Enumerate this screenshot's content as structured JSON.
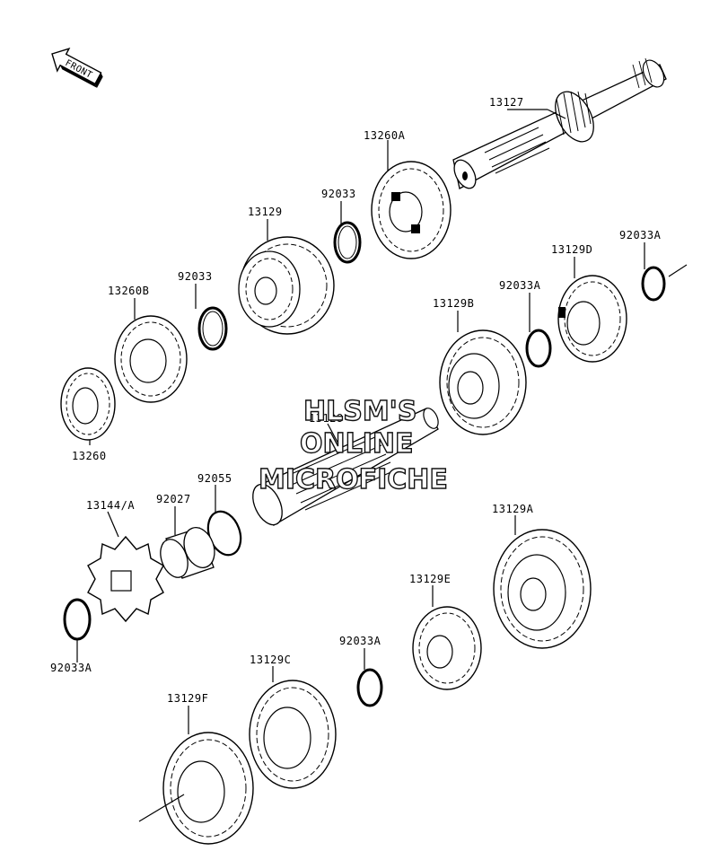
{
  "front_arrow": {
    "text": "FRONT"
  },
  "watermark": {
    "line1": "HLSM'S",
    "line2": "ONLINE",
    "line3": "MICROFICHE"
  },
  "labels": {
    "p13127": "13127",
    "p13260A": "13260A",
    "p92033_upper": "92033",
    "p13129": "13129",
    "p92033_left": "92033",
    "p13260B": "13260B",
    "p13260": "13260",
    "p92033A_upper_right": "92033A",
    "p13129D": "13129D",
    "p92033A_mid": "92033A",
    "p13129B": "13129B",
    "p13128": "13128",
    "p92055": "92055",
    "p92027": "92027",
    "p13144A": "13144/A",
    "p92033A_left": "92033A",
    "p13129A": "13129A",
    "p13129E": "13129E",
    "p92033A_lower": "92033A",
    "p13129C": "13129C",
    "p13129F": "13129F"
  }
}
